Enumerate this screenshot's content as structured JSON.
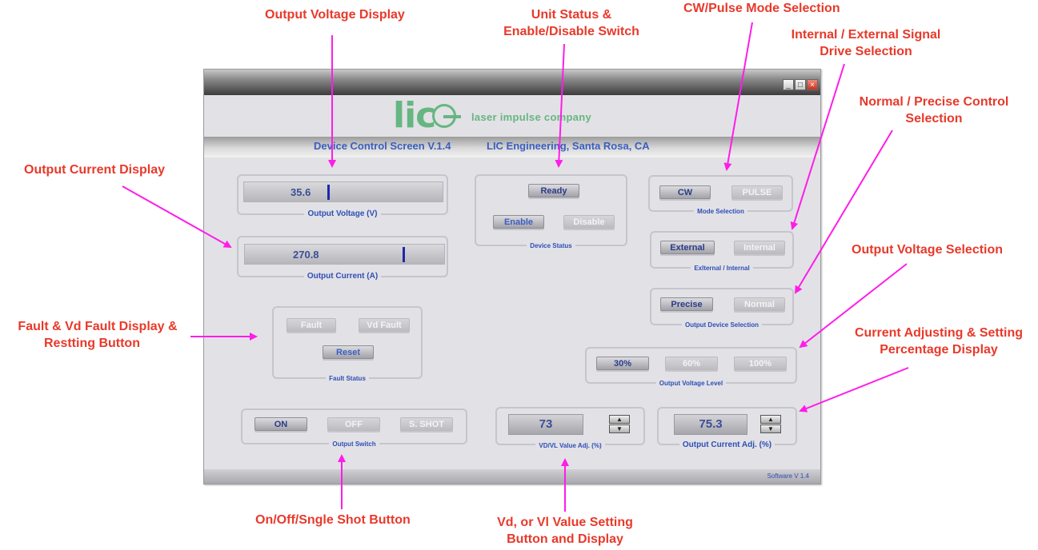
{
  "annotations": {
    "output_voltage_display": "Output Voltage Display",
    "unit_status_line1": "Unit Status &",
    "unit_status_line2": "Enable/Disable Switch",
    "cw_pulse": "CW/Pulse Mode Selection",
    "int_ext_line1": "Internal / External Signal",
    "int_ext_line2": "Drive Selection",
    "normal_precise_line1": "Normal / Precise Control",
    "normal_precise_line2": "Selection",
    "output_current_display": "Output Current Display",
    "output_voltage_selection": "Output Voltage Selection",
    "fault_line1": "Fault & Vd Fault Display &",
    "fault_line2": "Restting Button",
    "current_adj_line1": "Current Adjusting & Setting",
    "current_adj_line2": "Percentage Display",
    "on_off": "On/Off/Sngle Shot Button",
    "vd_vl_line1": "Vd, or Vl Value Setting",
    "vd_vl_line2": "Button and Display"
  },
  "window": {
    "brand_mark": "lic",
    "brand_name": "laser impulse company",
    "screen_title": "Device Control Screen V.1.4",
    "company_info": "LIC Engineering, Santa Rosa, CA",
    "software_version": "Software V 1.4"
  },
  "voltage": {
    "value": "35.6",
    "label": "Output Voltage (V)",
    "level": 0.42
  },
  "current": {
    "value": "270.8",
    "label": "Output Current (A)",
    "level": 0.8
  },
  "device_status": {
    "status": "Ready",
    "enable": "Enable",
    "disable": "Disable",
    "label": "Device Status"
  },
  "mode": {
    "cw": "CW",
    "pulse": "PULSE",
    "label": "Mode Selection"
  },
  "signal": {
    "external": "External",
    "internal": "Internal",
    "label": "Exlternal / Internal"
  },
  "precision": {
    "precise": "Precise",
    "normal": "Normal",
    "label": "Output Device Selection"
  },
  "voltage_level": {
    "l30": "30%",
    "l60": "60%",
    "l100": "100%",
    "label": "Output Voltage Level"
  },
  "fault": {
    "fault": "Fault",
    "vd_fault": "Vd Fault",
    "reset": "Reset",
    "label": "Fault Status"
  },
  "output_switch": {
    "on": "ON",
    "off": "OFF",
    "shot": "S. SHOT",
    "label": "Output Switch"
  },
  "vd_adj": {
    "value": "73",
    "label": "VD/VL Value Adj. (%)"
  },
  "current_adj": {
    "value": "75.3",
    "label": "Output Current Adj. (%)"
  }
}
